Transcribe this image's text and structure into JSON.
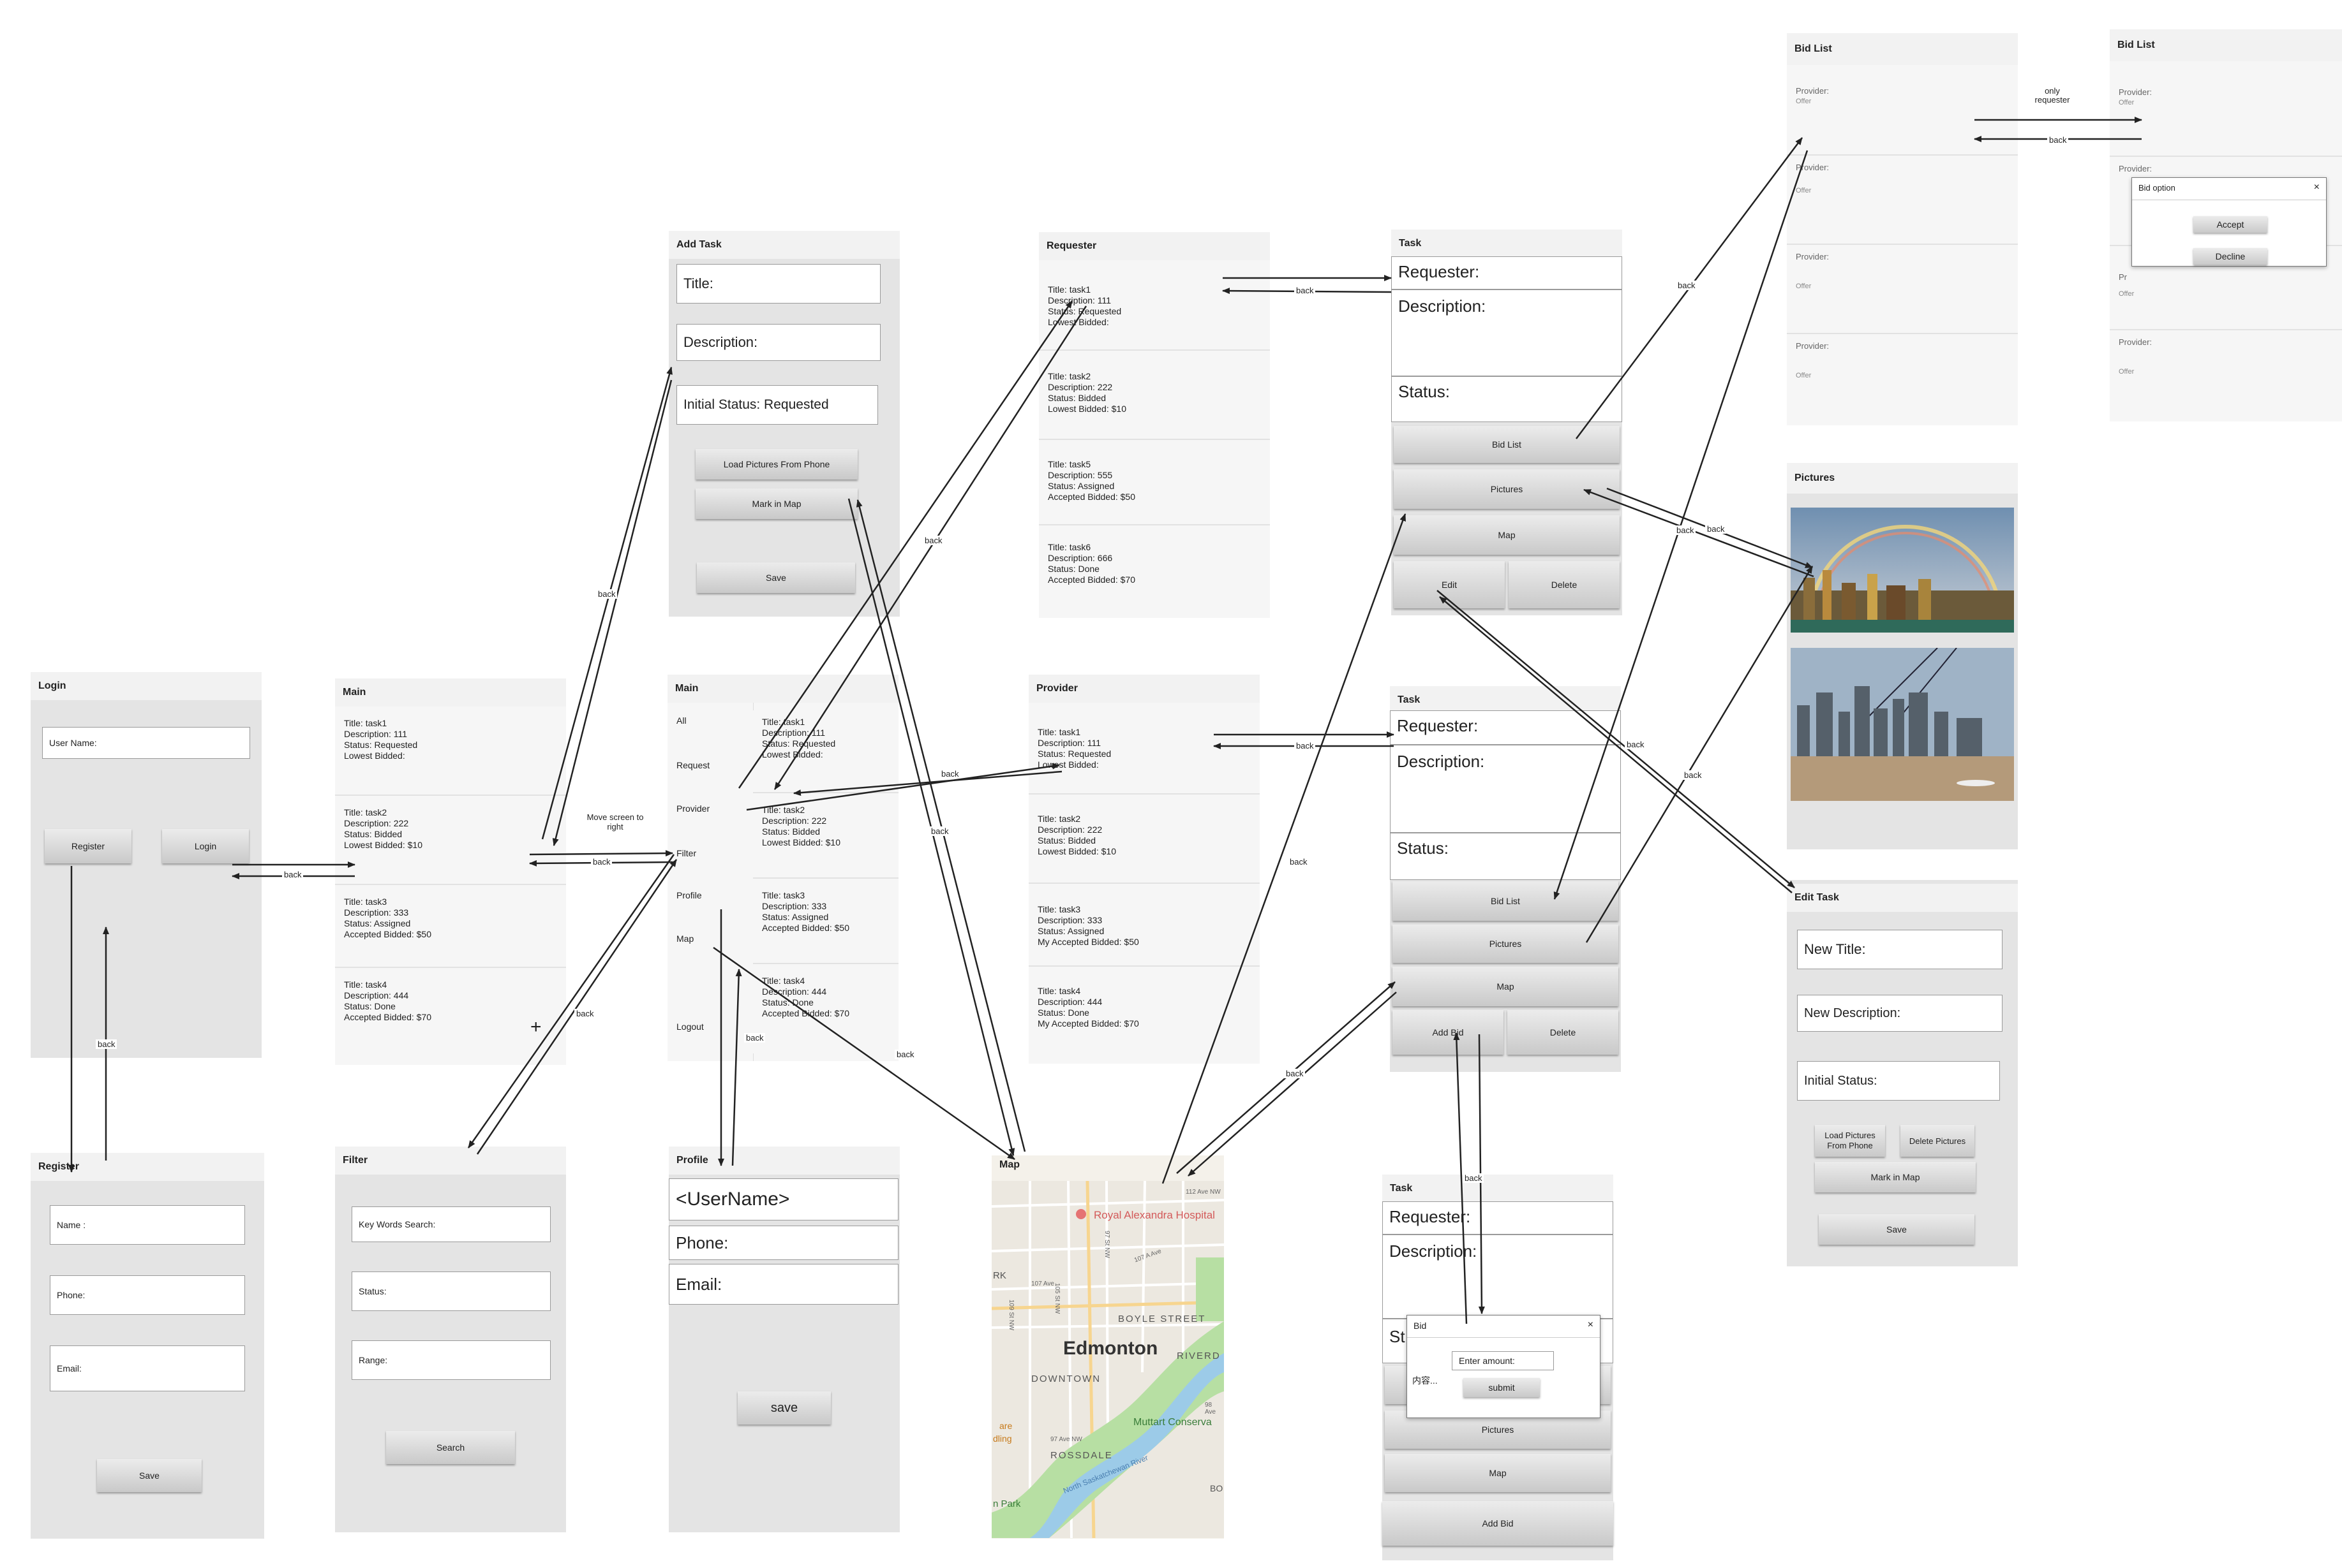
{
  "login": {
    "title": "Login",
    "username_label": "User Name:",
    "register": "Register",
    "login": "Login"
  },
  "register": {
    "title": "Register",
    "name": "Name :",
    "phone": "Phone:",
    "email": "Email:",
    "save": "Save"
  },
  "main1": {
    "title": "Main",
    "items": [
      {
        "t": "Title: task1",
        "d": "Description: 111",
        "s": "Status: Requested",
        "b": "Lowest Bidded:"
      },
      {
        "t": "Title: task2",
        "d": "Description: 222",
        "s": "Status: Bidded",
        "b": "Lowest Bidded: $10"
      },
      {
        "t": "Title: task3",
        "d": "Description: 333",
        "s": "Status: Assigned",
        "b": "Accepted Bidded: $50"
      },
      {
        "t": "Title: task4",
        "d": "Description: 444",
        "s": "Status: Done",
        "b": "Accepted Bidded: $70"
      }
    ],
    "add": "+"
  },
  "filter": {
    "title": "Filter",
    "keywords": "Key Words Search:",
    "status": "Status:",
    "range": "Range:",
    "search": "Search"
  },
  "add_task": {
    "title": "Add Task",
    "title_field": "Title:",
    "description": "Description:",
    "initial_status": "Initial Status: Requested",
    "load_pictures": "Load Pictures From Phone",
    "mark_map": "Mark in Map",
    "save": "Save"
  },
  "main2": {
    "title": "Main",
    "nav": [
      "All",
      "Request",
      "Provider",
      "Filter",
      "Profile",
      "Map",
      "Logout"
    ],
    "items": [
      {
        "t": "Title: task1",
        "d": "Description: 111",
        "s": "Status: Requested",
        "b": "Lowest Bidded:"
      },
      {
        "t": "Title: task2",
        "d": "Description: 222",
        "s": "Status: Bidded",
        "b": "Lowest Bidded: $10"
      },
      {
        "t": "Title: task3",
        "d": "Description: 333",
        "s": "Status: Assigned",
        "b": "Accepted Bidded: $50"
      },
      {
        "t": "Title: task4",
        "d": "Description: 444",
        "s": "Status: Done",
        "b": "Accepted Bidded: $70"
      }
    ]
  },
  "profile": {
    "title": "Profile",
    "username": "<UserName>",
    "phone": "Phone:",
    "email": "Email:",
    "save": "save"
  },
  "requester": {
    "title": "Requester",
    "items": [
      {
        "t": "Title: task1",
        "d": "Description: 111",
        "s": "Status: Requested",
        "b": "Lowest Bidded:"
      },
      {
        "t": "Title: task2",
        "d": "Description: 222",
        "s": "Status: Bidded",
        "b": "Lowest Bidded: $10"
      },
      {
        "t": "Title: task5",
        "d": "Description: 555",
        "s": "Status: Assigned",
        "b": "Accepted Bidded: $50"
      },
      {
        "t": "Title: task6",
        "d": "Description: 666",
        "s": "Status: Done",
        "b": "Accepted Bidded: $70"
      }
    ]
  },
  "provider": {
    "title": "Provider",
    "items": [
      {
        "t": "Title: task1",
        "d": "Description: 111",
        "s": "Status: Requested",
        "b": "Lowest Bidded:"
      },
      {
        "t": "Title: task2",
        "d": "Description: 222",
        "s": "Status: Bidded",
        "b": "Lowest Bidded: $10"
      },
      {
        "t": "Title: task3",
        "d": "Description: 333",
        "s": "Status: Assigned",
        "b": "My Accepted Bidded: $50"
      },
      {
        "t": "Title: task4",
        "d": "Description: 444",
        "s": "Status: Done",
        "b": "My Accepted Bidded: $70"
      }
    ]
  },
  "map": {
    "title": "Map",
    "labels": [
      "Royal Alexandra Hospital",
      "Edmonton",
      "BOYLE STREET",
      "DOWNTOWN",
      "ROSSDALE",
      "Muttart Conserva",
      "RIVERD",
      "North Saskatchewan River",
      "n Park",
      "107 Ave",
      "112 Ave NW",
      "107 A Ave",
      "97 Ave NW",
      "98 Ave",
      "109 St NW",
      "105 St NW",
      "97 St NW",
      "RK",
      "dling",
      "are",
      "BO"
    ]
  },
  "task_req": {
    "title": "Task",
    "requester": "Requester:",
    "description": "Description:",
    "status": "Status:",
    "bid_list": "Bid List",
    "pictures": "Pictures",
    "map": "Map",
    "edit": "Edit",
    "delete": "Delete"
  },
  "task_prov": {
    "title": "Task",
    "requester": "Requester:",
    "description": "Description:",
    "status": "Status:",
    "bid_list": "Bid List",
    "pictures": "Pictures",
    "map": "Map",
    "add_bid": "Add Bid",
    "delete": "Delete"
  },
  "task_bid": {
    "title": "Task",
    "requester": "Requester:",
    "description": "Description:",
    "status": "St",
    "pictures": "Pictures",
    "map": "Map",
    "add_bid": "Add Bid",
    "dialog": {
      "title": "Bid",
      "close": "×",
      "amount": "Enter amount:",
      "content": "内容...",
      "submit": "submit"
    }
  },
  "bid_list1": {
    "title": "Bid List",
    "items": [
      {
        "p": "Provider:",
        "o": "Offer"
      },
      {
        "p": "Provider:",
        "o": "Offer"
      },
      {
        "p": "Provider:",
        "o": "Offer"
      },
      {
        "p": "Provider:",
        "o": "Offer"
      }
    ]
  },
  "bid_list2": {
    "title": "Bid List",
    "items": [
      {
        "p": "Provider:",
        "o": "Offer"
      },
      {
        "p": "Provider:",
        "o": ""
      },
      {
        "p": "Pr",
        "o": "Offer"
      },
      {
        "p": "Provider:",
        "o": "Offer"
      }
    ],
    "dialog": {
      "title": "Bid option",
      "close": "×",
      "accept": "Accept",
      "decline": "Decline"
    }
  },
  "pictures": {
    "title": "Pictures"
  },
  "edit_task": {
    "title": "Edit Task",
    "new_title": "New Title:",
    "new_description": "New Description:",
    "initial_status": "Initial Status:",
    "load_pictures": "Load Pictures From Phone",
    "delete_pictures": "Delete Pictures",
    "mark_map": "Mark in Map",
    "save": "Save"
  },
  "arrow_labels": {
    "back": "back",
    "move_screen": "Move screen to right",
    "only_requester": "only requester"
  },
  "colors": {
    "screen_bg": "#e4e4e4",
    "title_bar": "#f2f2f2",
    "list_bg": "#f6f6f6",
    "arrow": "#222222",
    "map_park": "#b7dfa3",
    "map_river": "#9ccbe8",
    "sky": "#6f8fb0"
  }
}
